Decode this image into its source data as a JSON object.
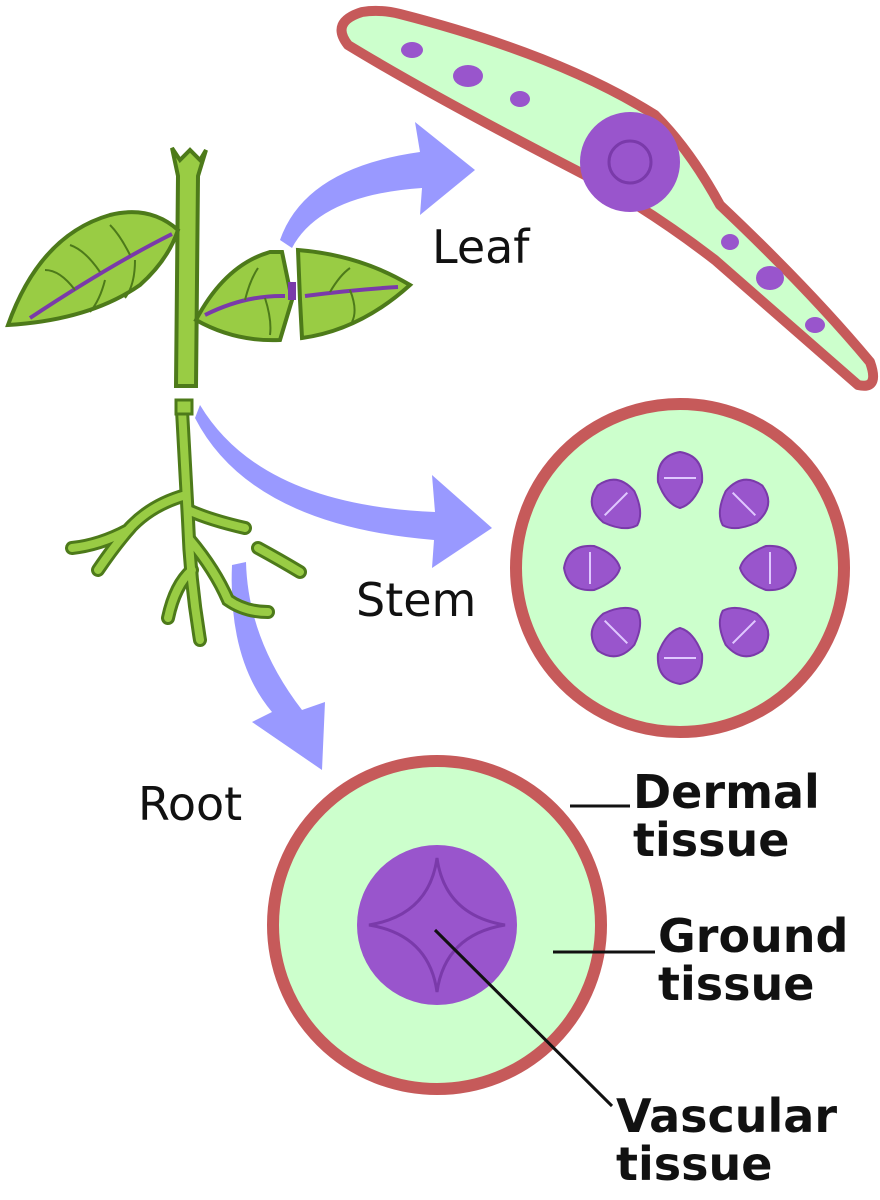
{
  "labels": {
    "leaf": "Leaf",
    "stem": "Stem",
    "root": "Root",
    "dermal_line1": "Dermal",
    "dermal_line2": "tissue",
    "ground_line1": "Ground",
    "ground_line2": "tissue",
    "vascular_line1": "Vascular",
    "vascular_line2": "tissue"
  },
  "colors": {
    "dermal": "#c65a5a",
    "ground": "#ccffcc",
    "vascular": "#9955cc",
    "vascular_outline": "#7a3aaa",
    "plant_green": "#99cc44",
    "plant_outline": "#4d7a1a",
    "arrow": "#9999ff"
  }
}
